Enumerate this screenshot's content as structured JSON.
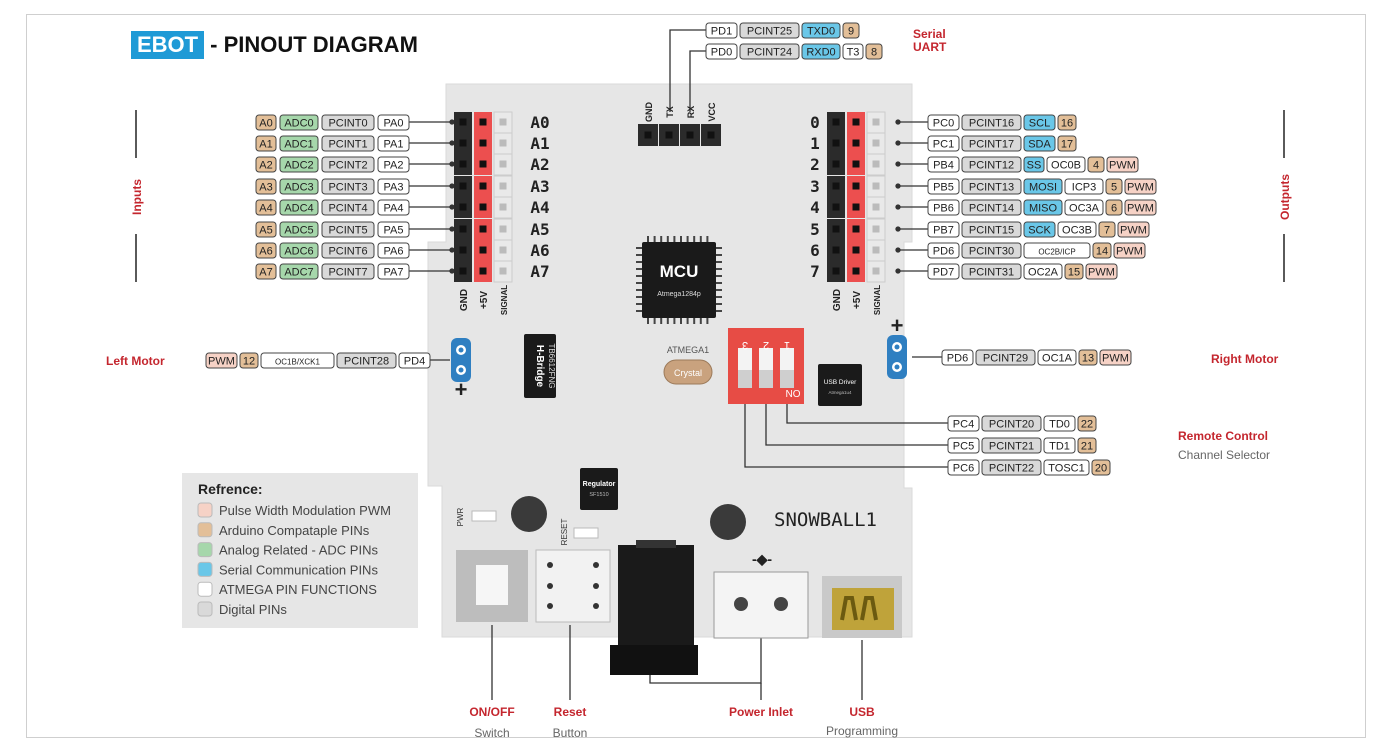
{
  "title": {
    "brand": "EBOT",
    "text": "- PINOUT DIAGRAM"
  },
  "colors": {
    "pwm": "#f6d2c6",
    "arduino": "#e3bf98",
    "analog": "#a6d7ab",
    "serial": "#6ac7e8",
    "atmega": "#ffffff",
    "digital": "#d9d9d9",
    "accent": "#c4262e"
  },
  "sections": {
    "inputs": "Inputs",
    "outputs": "Outputs",
    "serial_line1": "Serial",
    "serial_line2": "UART",
    "left_motor": "Left Motor",
    "right_motor": "Right Motor",
    "remote_control": "Remote Control",
    "channel_selector": "Channel Selector",
    "on_off": "ON/OFF",
    "switch": "Switch",
    "reset": "Reset",
    "button": "Button",
    "power_inlet": "Power Inlet",
    "usb": "USB",
    "programming": "Programming"
  },
  "board": {
    "left_labels": [
      "A0",
      "A1",
      "A2",
      "A3",
      "A4",
      "A5",
      "A6",
      "A7"
    ],
    "right_labels": [
      "0",
      "1",
      "2",
      "3",
      "4",
      "5",
      "6",
      "7"
    ],
    "header_cols": [
      "GND",
      "+5V",
      "SIGNAL"
    ],
    "top_header": [
      "GND",
      "TX",
      "RX",
      "VCC"
    ],
    "mcu_title": "MCU",
    "mcu_sub": "Atmega1284p",
    "hbridge_title": "H-Bridge",
    "hbridge_sub": "TB6612FNG",
    "crystal_title": "ATMEGA1",
    "crystal_label": "Crystal",
    "usb_driver": "USB Driver",
    "usb_driver_sub": "Atmega1u4",
    "regulator": "Regulator",
    "regulator_sub": "SF1510",
    "board_name": "SNOWBALL1",
    "pwr": "PWR",
    "reset": "RESET",
    "dip_on": "ON",
    "dip_numbers": [
      "3",
      "2",
      "1"
    ],
    "plus": "+",
    "power_symbol": "-◆-"
  },
  "left_pins": [
    [
      "A0",
      "ADC0",
      "PCINT0",
      "PA0"
    ],
    [
      "A1",
      "ADC1",
      "PCINT1",
      "PA1"
    ],
    [
      "A2",
      "ADC2",
      "PCINT2",
      "PA2"
    ],
    [
      "A3",
      "ADC3",
      "PCINT3",
      "PA3"
    ],
    [
      "A4",
      "ADC4",
      "PCINT4",
      "PA4"
    ],
    [
      "A5",
      "ADC5",
      "PCINT5",
      "PA5"
    ],
    [
      "A6",
      "ADC6",
      "PCINT6",
      "PA6"
    ],
    [
      "A7",
      "ADC7",
      "PCINT7",
      "PA7"
    ]
  ],
  "right_pins": [
    {
      "cells": [
        "PC0",
        "PCINT16",
        "SCL",
        "16"
      ]
    },
    {
      "cells": [
        "PC1",
        "PCINT17",
        "SDA",
        "17"
      ]
    },
    {
      "cells": [
        "PB4",
        "PCINT12",
        "SS",
        "OC0B",
        "4",
        "PWM"
      ]
    },
    {
      "cells": [
        "PB5",
        "PCINT13",
        "MOSI",
        "ICP3",
        "5",
        "PWM"
      ]
    },
    {
      "cells": [
        "PB6",
        "PCINT14",
        "MISO",
        "OC3A",
        "6",
        "PWM"
      ]
    },
    {
      "cells": [
        "PB7",
        "PCINT15",
        "SCK",
        "OC3B",
        "7",
        "PWM"
      ]
    },
    {
      "cells": [
        "PD6",
        "PCINT30",
        "OC2B/ICP",
        "14",
        "PWM"
      ]
    },
    {
      "cells": [
        "PD7",
        "PCINT31",
        "OC2A",
        "15",
        "PWM"
      ]
    }
  ],
  "uart_pins": [
    [
      "PD1",
      "PCINT25",
      "TXD0",
      "9"
    ],
    [
      "PD0",
      "PCINT24",
      "RXD0",
      "T3",
      "8"
    ]
  ],
  "left_motor_pins": [
    "PWM",
    "12",
    "OC1B/XCK1",
    "PCINT28",
    "PD4"
  ],
  "right_motor_pins": [
    "PD6",
    "PCINT29",
    "OC1A",
    "13",
    "PWM"
  ],
  "remote_pins": [
    [
      "PC4",
      "PCINT20",
      "TD0",
      "22"
    ],
    [
      "PC5",
      "PCINT21",
      "TD1",
      "21"
    ],
    [
      "PC6",
      "PCINT22",
      "TOSC1",
      "20"
    ]
  ],
  "legend": {
    "title": "Refrence:",
    "items": [
      {
        "label": "Pulse Width Modulation PWM",
        "color": "#f6d2c6"
      },
      {
        "label": "Arduino Compataple PINs",
        "color": "#e3bf98"
      },
      {
        "label": "Analog Related - ADC PINs",
        "color": "#a6d7ab"
      },
      {
        "label": "Serial Communication PINs",
        "color": "#6ac7e8"
      },
      {
        "label": "ATMEGA PIN FUNCTIONS",
        "color": "#ffffff"
      },
      {
        "label": "Digital PINs",
        "color": "#d9d9d9"
      }
    ]
  }
}
